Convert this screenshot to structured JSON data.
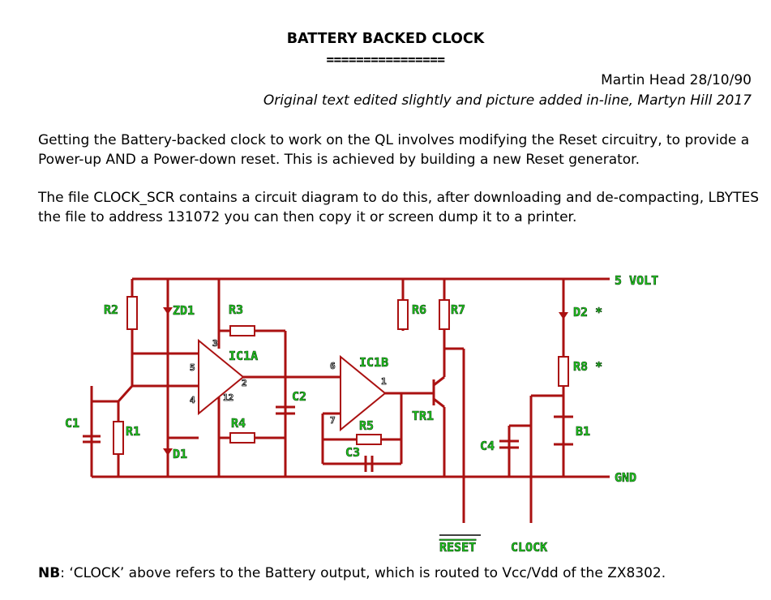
{
  "header": {
    "title": "BATTERY BACKED CLOCK",
    "title_rule": "================",
    "author": "Martin Head  28/10/90",
    "edit_note": "Original text edited slightly and picture added in-line, Martyn Hill 2017"
  },
  "body": {
    "paragraph1": "Getting the Battery-backed clock to work on the QL involves modifying the Reset circuitry, to provide a Power-up AND a Power-down reset. This is achieved by building a new Reset generator.",
    "paragraph2": "The file CLOCK_SCR contains a circuit diagram to do this, after downloading and de-compacting, LBYTES the file to address 131072 you can then copy it or screen dump it to a printer."
  },
  "circuit": {
    "wire_color": "#aa1111",
    "label_color": "#22cc22",
    "labels": {
      "volt": "5 VOLT",
      "gnd": "GND",
      "reset": "RESET",
      "clock": "CLOCK",
      "r1": "R1",
      "r2": "R2",
      "r3": "R3",
      "r4": "R4",
      "r5": "R5",
      "r6": "R6",
      "r7": "R7",
      "r8": "R8 *",
      "c1": "C1",
      "c2": "C2",
      "c3": "C3",
      "c4": "C4",
      "zd1": "ZD1",
      "d1": "D1",
      "d2": "D2 *",
      "ic1a": "IC1A",
      "ic1b": "IC1B",
      "tr1": "TR1",
      "b1": "B1"
    },
    "pins": {
      "p3": "3",
      "p5": "5",
      "p4": "4",
      "p2": "2",
      "p12": "12",
      "p6": "6",
      "p7": "7",
      "p1": "1"
    }
  },
  "footer": {
    "nb_label": "NB",
    "nb_text": ": ‘CLOCK’ above refers to the Battery output, which is routed to Vcc/Vdd of the ZX8302."
  }
}
